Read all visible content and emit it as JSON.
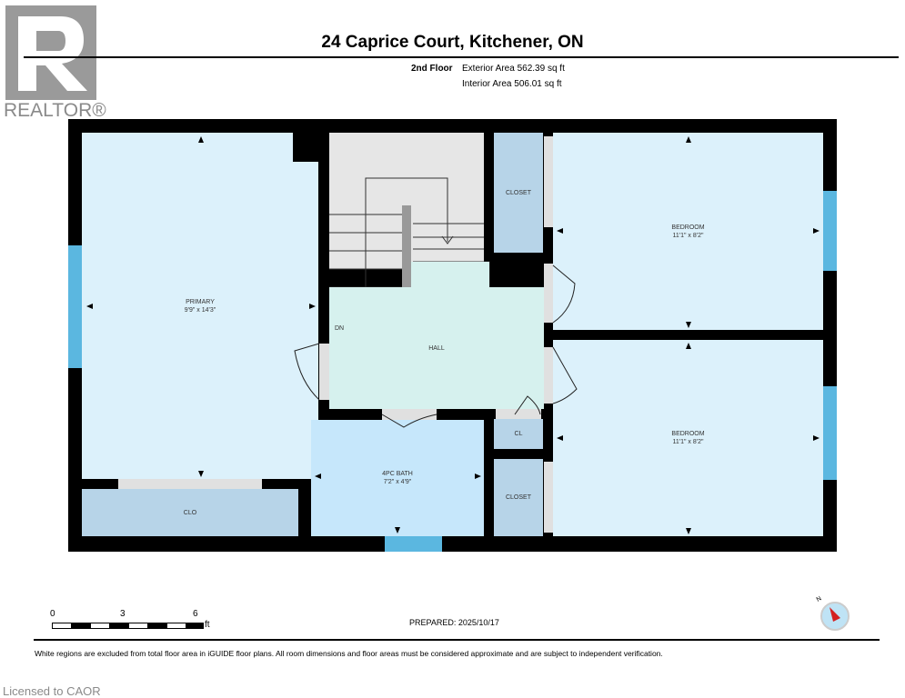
{
  "header": {
    "logo_text": "REALTOR®",
    "title": "24 Caprice Court, Kitchener, ON",
    "floor": "2nd Floor",
    "exterior_area": "Exterior Area 562.39 sq ft",
    "interior_area": "Interior Area 506.01 sq ft"
  },
  "rooms": {
    "primary": {
      "name": "PRIMARY",
      "dims": "9'9\" x 14'3\""
    },
    "closet_top": {
      "name": "CLOSET"
    },
    "bedroom_top": {
      "name": "BEDROOM",
      "dims": "11'1\" x 8'2\""
    },
    "stairs": {
      "label": "DN"
    },
    "hall": {
      "name": "HALL"
    },
    "cl": {
      "name": "CL"
    },
    "bedroom_bottom": {
      "name": "BEDROOM",
      "dims": "11'1\" x 8'2\""
    },
    "bath": {
      "name": "4PC BATH",
      "dims": "7'2\" x 4'9\""
    },
    "closet_bottom": {
      "name": "CLOSET"
    },
    "clo": {
      "name": "CLO"
    }
  },
  "footer": {
    "scale_ticks": [
      "0",
      "3",
      "6"
    ],
    "scale_unit": "ft",
    "prepared": "PREPARED: 2025/10/17",
    "compass_label": "N",
    "disclaimer": "White regions are excluded from total floor area in iGUIDE floor plans. All room dimensions and floor areas must be considered approximate and are subject to independent verification.",
    "license": "Licensed to CAOR"
  },
  "colors": {
    "room": "#dcf1fb",
    "closet": "#b7d4e8",
    "hall": "#d6f1ee",
    "stairs": "#e6e6e6",
    "bath": "#c6e7fb",
    "window": "#5bb7e0"
  }
}
